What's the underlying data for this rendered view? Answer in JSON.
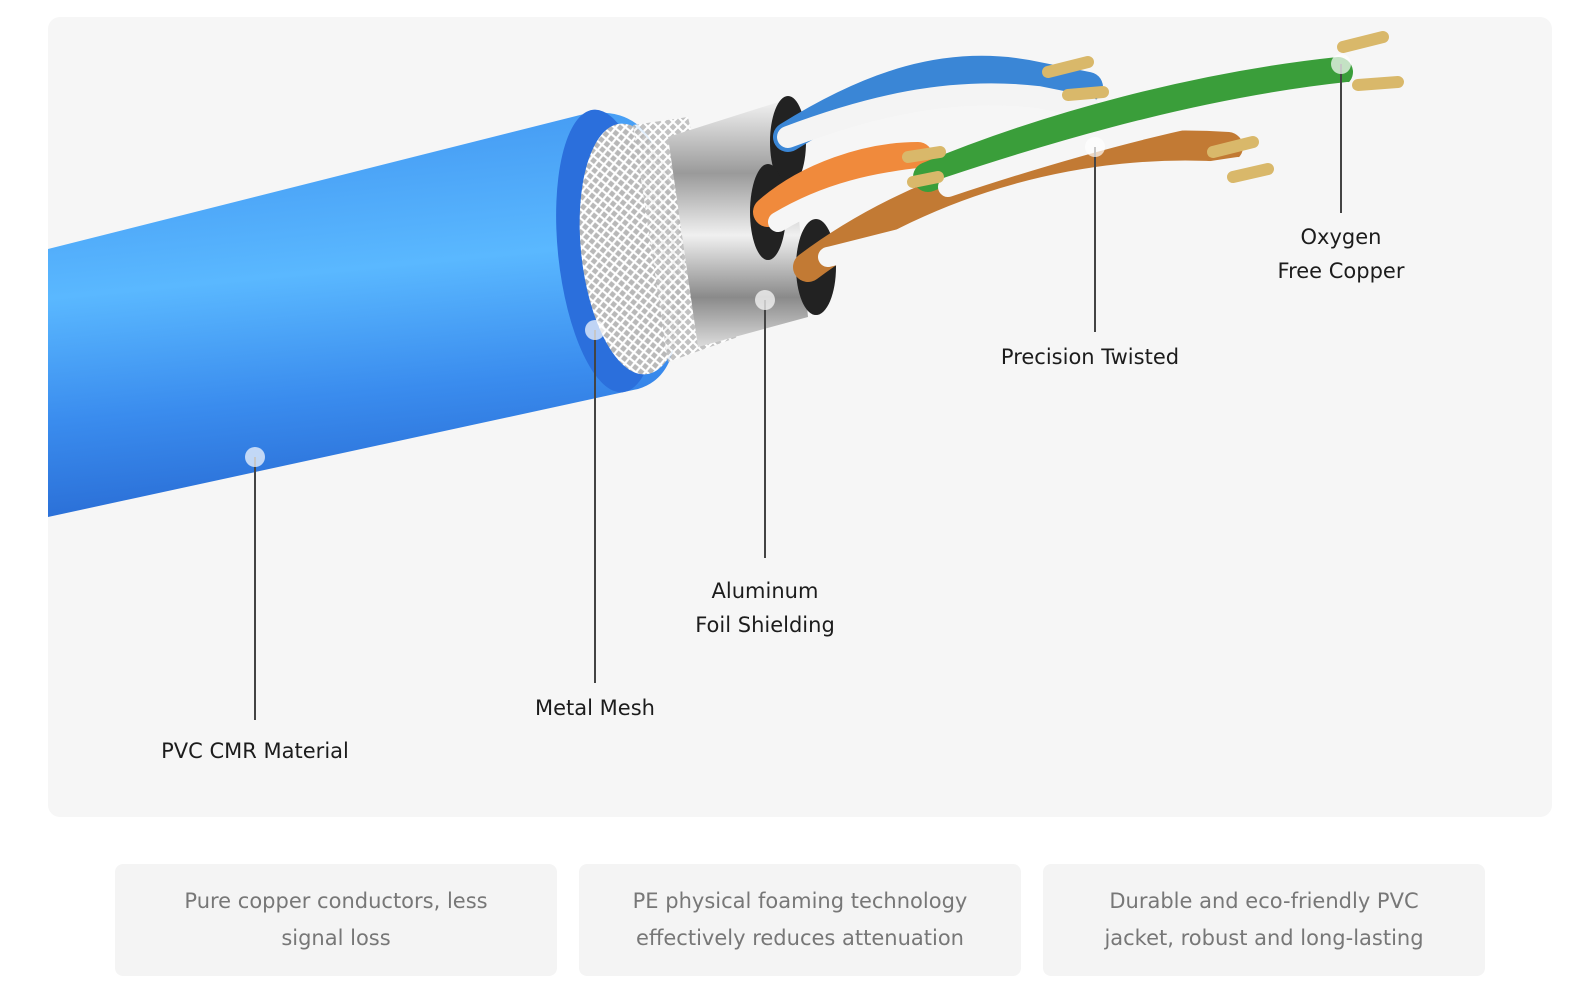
{
  "diagram": {
    "labels": {
      "pvc": [
        "PVC CMR Material"
      ],
      "mesh": [
        "Metal Mesh"
      ],
      "foil": [
        "Aluminum",
        "Foil Shielding"
      ],
      "twisted": [
        "Precision Twisted"
      ],
      "copper": [
        "Oxygen",
        "Free Copper"
      ]
    },
    "colors": {
      "jacket": "#2f7fe8",
      "jacket_highlight": "#66c2ff",
      "blue_pair": "#3a86d6",
      "orange_pair": "#f08a3c",
      "green_pair": "#3a9e3a",
      "brown_pair": "#c27a34",
      "copper": "#d9b86a"
    }
  },
  "features": [
    [
      "Pure copper conductors, less",
      "signal loss"
    ],
    [
      "PE physical foaming technology",
      "effectively reduces attenuation"
    ],
    [
      "Durable and eco-friendly PVC",
      "jacket, robust and long-lasting"
    ]
  ]
}
